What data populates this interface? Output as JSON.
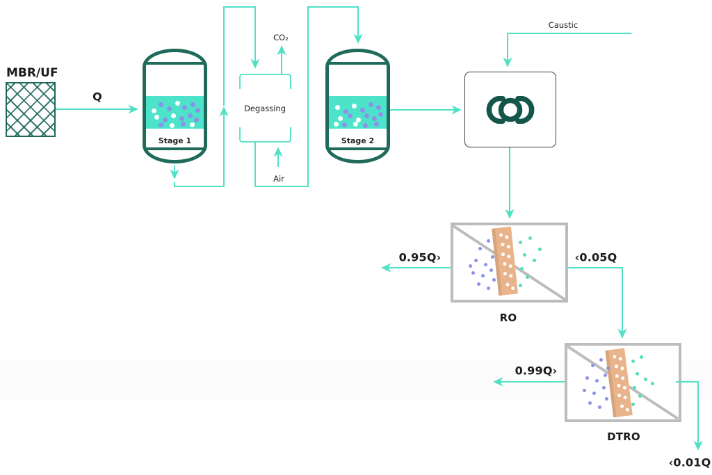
{
  "colors": {
    "line": "#4fe0c6",
    "vessel_border": "#1f6a5b",
    "liquid_band": "#4de3cb",
    "mixer_icon": "#15564b",
    "membrane_box_border": "#bcbcbc",
    "membrane_panel": "#e9b38c",
    "dot_white": "#ffffff",
    "dot_purple": "#8b92e8",
    "dot_teal": "#55dcba",
    "text": "#1b1b1b"
  },
  "diagram": {
    "source": {
      "label": "MBR/UF"
    },
    "feed": {
      "label": "Q"
    },
    "stage1": {
      "label": "Stage 1"
    },
    "degassing": {
      "label": "Degassing",
      "gas_out": "CO₂",
      "gas_in": "Air"
    },
    "stage2": {
      "label": "Stage 2"
    },
    "dosing": {
      "label": "Caustic"
    },
    "mixer": {
      "icon": "static-mixer-icon"
    },
    "ro": {
      "label": "RO",
      "permeate": "0.95Q›",
      "concentrate": "‹0.05Q"
    },
    "dtro": {
      "label": "DTRO",
      "permeate": "0.99Q›",
      "concentrate": "‹0.01Q"
    }
  }
}
